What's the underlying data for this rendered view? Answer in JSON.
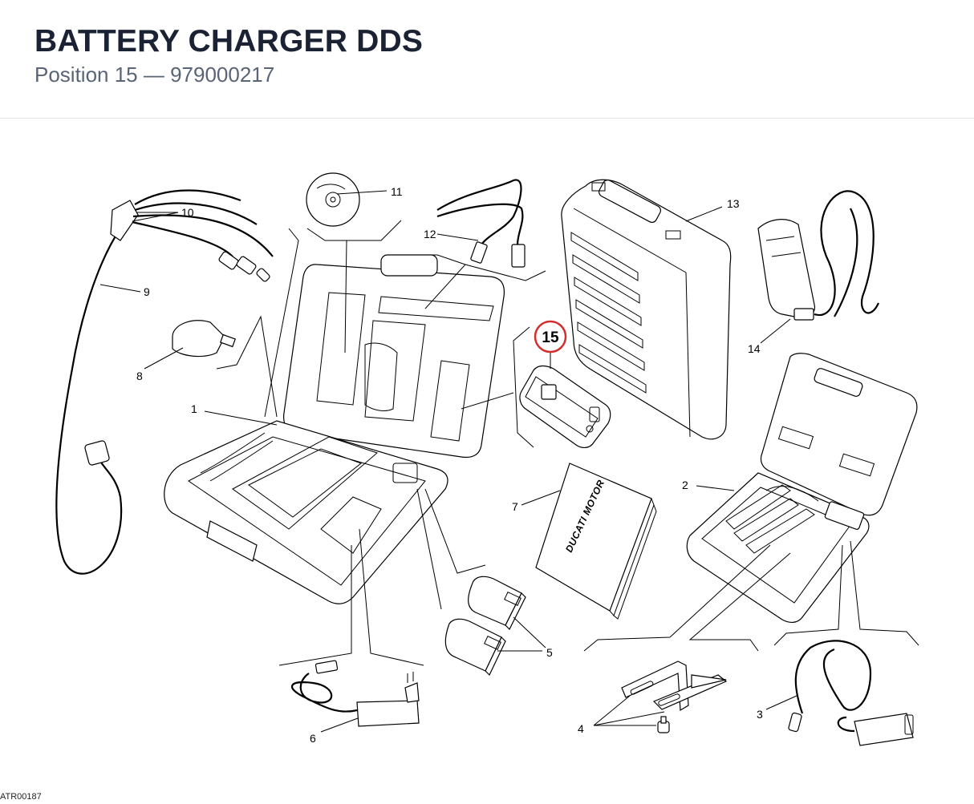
{
  "header": {
    "title": "BATTERY CHARGER DDS",
    "subtitle": "Position 15 — 979000217"
  },
  "drawing_code": "ATR00187",
  "highlight": {
    "label": "15",
    "color": "#d32f2f"
  },
  "callouts": {
    "c1": "1",
    "c2": "2",
    "c3": "3",
    "c4": "4",
    "c5": "5",
    "c6": "6",
    "c7": "7",
    "c8": "8",
    "c9": "9",
    "c10": "10",
    "c11": "11",
    "c12": "12",
    "c13": "13",
    "c14": "14"
  },
  "manual_brand": "DUCATI MOTOR"
}
